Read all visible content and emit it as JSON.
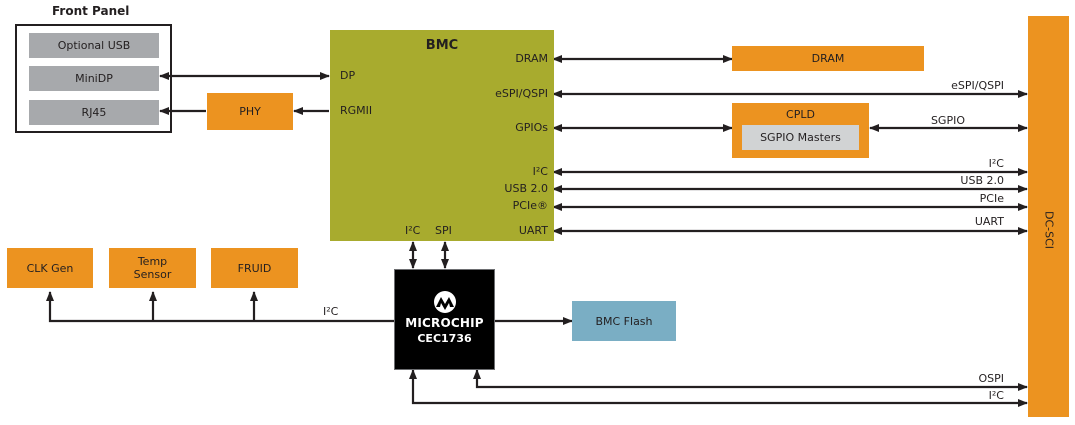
{
  "front_panel": {
    "title": "Front Panel",
    "ports": [
      "Optional USB",
      "MiniDP",
      "RJ45"
    ]
  },
  "phy": {
    "label": "PHY"
  },
  "bmc": {
    "title": "BMC",
    "left_pins": {
      "dp": "DP",
      "rgmii": "RGMII"
    },
    "right_pins": {
      "dram": "DRAM",
      "espi": "eSPI/QSPI",
      "gpios": "GPIOs",
      "i2c": "I²C",
      "usb": "USB 2.0",
      "pcie": "PCIe®",
      "uart": "UART"
    },
    "bottom_pins": {
      "i2c": "I²C",
      "spi": "SPI"
    }
  },
  "dram": {
    "label": "DRAM"
  },
  "cpld": {
    "title": "CPLD",
    "inner": "SGPIO Masters"
  },
  "dcsci": {
    "label": "DC-SCI"
  },
  "links": {
    "espi": "eSPI/QSPI",
    "sgpio": "SGPIO",
    "i2c": "I²C",
    "usb": "USB 2.0",
    "pcie": "PCIe",
    "uart": "UART",
    "ospi": "OSPI",
    "i2c_bottom": "I²C",
    "i2c_left": "I²C"
  },
  "peripherals": {
    "clkgen": "CLK Gen",
    "temp_line1": "Temp",
    "temp_line2": "Sensor",
    "fruid": "FRUID"
  },
  "rot": {
    "brand": "MICROCHIP",
    "part": "CEC1736"
  },
  "bmc_flash": {
    "label": "BMC Flash"
  },
  "colors": {
    "orange": "#ec9320",
    "bmc_olive": "#a8ab2e",
    "grey": "#a7a9ac",
    "light_grey": "#d1d3d4",
    "flash_blue": "#7aaec4",
    "black": "#000000"
  }
}
